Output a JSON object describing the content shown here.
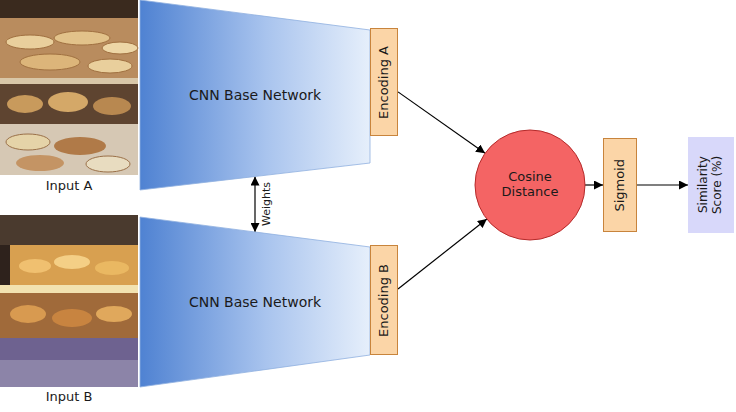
{
  "diagram": {
    "nodes": [
      {
        "text": [
          "CNN Base Network"
        ]
      },
      {
        "text": [
          "Encoding A"
        ]
      },
      {
        "text": [
          "CNN Base Network"
        ]
      },
      {
        "text": [
          "Encoding B"
        ]
      },
      {
        "text": [
          "Cosine Distance"
        ]
      },
      {
        "text": [
          "Sigmoid"
        ]
      },
      {
        "text": [
          "Similarity Score (%)"
        ]
      }
    ],
    "edges": [
      {
        "from": 0,
        "to": 2,
        "arrow": "both",
        "label": "Weights"
      },
      {
        "from": 1,
        "to": 4,
        "arrow": "to"
      },
      {
        "from": 3,
        "to": 4,
        "arrow": "to"
      },
      {
        "from": 4,
        "to": 5,
        "arrow": "to"
      },
      {
        "from": 5,
        "to": 6,
        "arrow": "to"
      }
    ],
    "labels": [
      "Input A",
      "Input B"
    ]
  }
}
